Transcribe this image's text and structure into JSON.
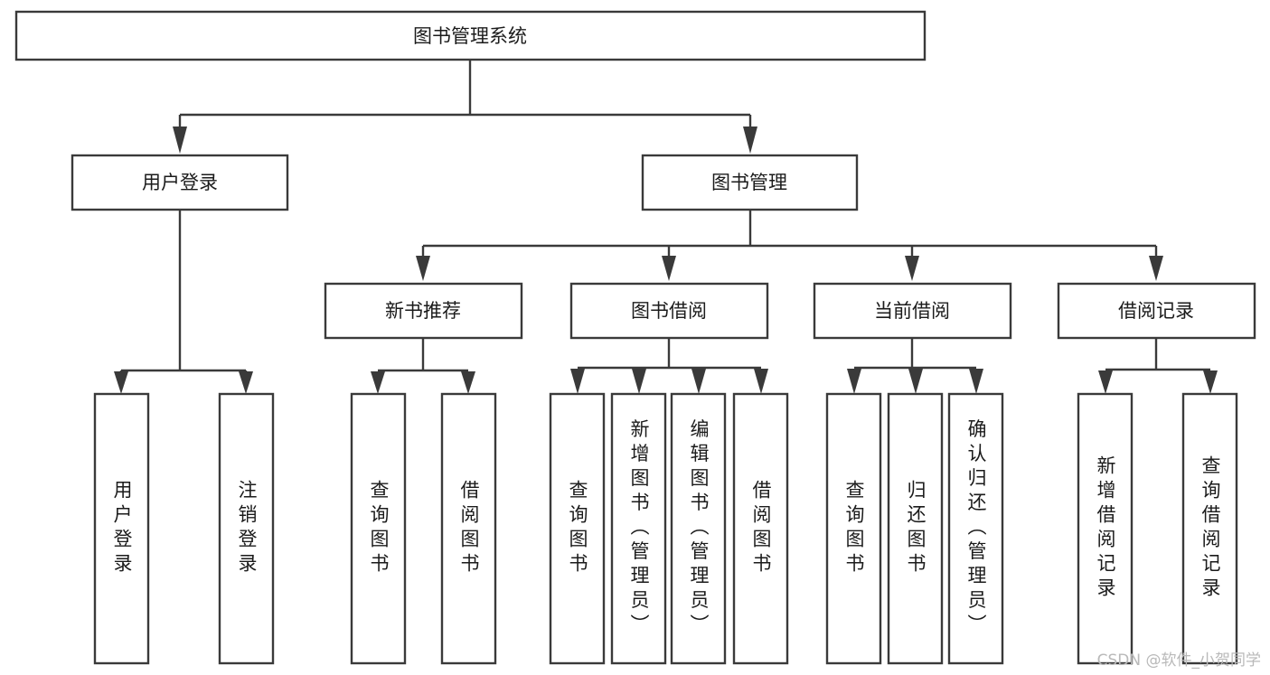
{
  "diagram": {
    "type": "tree-hierarchy",
    "title": "图书管理系统",
    "root": {
      "label": "图书管理系统"
    },
    "level2": [
      {
        "label": "用户登录"
      },
      {
        "label": "图书管理"
      }
    ],
    "level3": [
      {
        "label": "新书推荐"
      },
      {
        "label": "图书借阅"
      },
      {
        "label": "当前借阅"
      },
      {
        "label": "借阅记录"
      }
    ],
    "leaves": {
      "user_login": [
        {
          "label": "用户登录"
        },
        {
          "label": "注销登录"
        }
      ],
      "new_book_recommend": [
        {
          "label": "查询图书"
        },
        {
          "label": "借阅图书"
        }
      ],
      "book_borrow": [
        {
          "label": "查询图书"
        },
        {
          "label": "新增图书（管理员）"
        },
        {
          "label": "编辑图书（管理员）"
        },
        {
          "label": "借阅图书"
        }
      ],
      "current_borrow": [
        {
          "label": "查询图书"
        },
        {
          "label": "归还图书"
        },
        {
          "label": "确认归还（管理员）"
        }
      ],
      "borrow_record": [
        {
          "label": "新增借阅记录"
        },
        {
          "label": "查询借阅记录"
        }
      ]
    }
  },
  "watermark": {
    "text": "CSDN @软件_小贺同学"
  },
  "colors": {
    "stroke": "#3a3a3a",
    "box_fill": "#ffffff",
    "text": "#1b1b1b",
    "watermark": "#b9b9b9",
    "background": "#ffffff"
  }
}
